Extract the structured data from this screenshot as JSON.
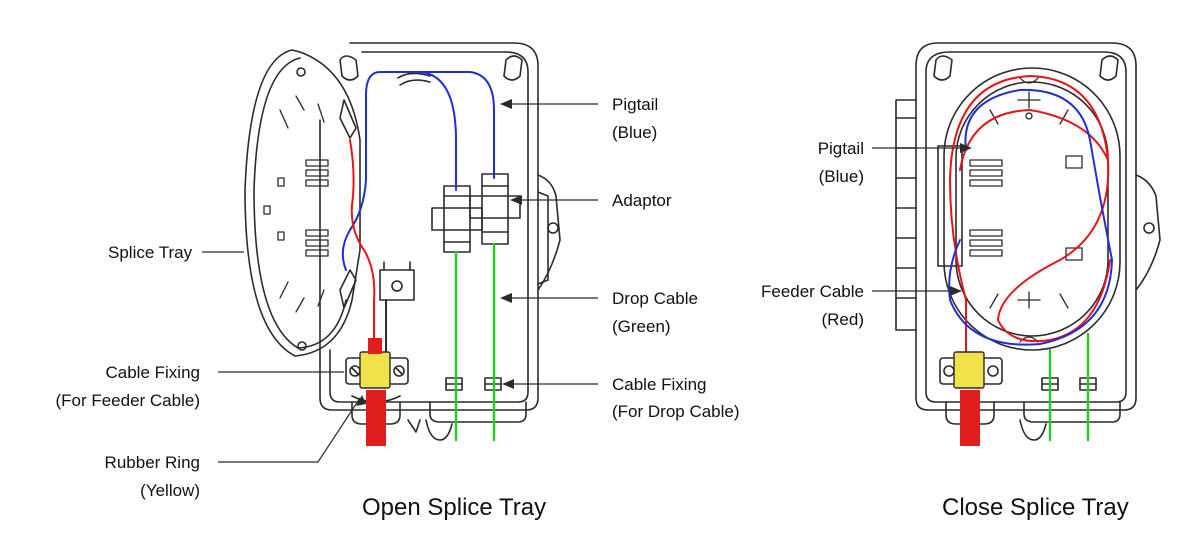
{
  "colors": {
    "line": "#2b2b2b",
    "pigtail": "#1f2fd6",
    "feeder": "#e51616",
    "drop": "#22cc22",
    "rubber_ring": "#f2e14a",
    "feeder_jacket": "#e01e1e"
  },
  "open_view": {
    "caption": "Open Splice Tray",
    "labels": {
      "splice_tray": "Splice Tray",
      "pigtail_1": "Pigtail",
      "pigtail_2": "(Blue)",
      "adaptor": "Adaptor",
      "drop_cable_1": "Drop Cable",
      "drop_cable_2": "(Green)",
      "cable_fixing_feeder_1": "Cable Fixing",
      "cable_fixing_feeder_2": "(For Feeder Cable)",
      "cable_fixing_drop_1": "Cable Fixing",
      "cable_fixing_drop_2": "(For Drop Cable)",
      "rubber_ring_1": "Rubber Ring",
      "rubber_ring_2": "(Yellow)"
    }
  },
  "closed_view": {
    "caption": "Close Splice Tray",
    "labels": {
      "pigtail_1": "Pigtail",
      "pigtail_2": "(Blue)",
      "feeder_cable_1": "Feeder Cable",
      "feeder_cable_2": "(Red)"
    }
  }
}
